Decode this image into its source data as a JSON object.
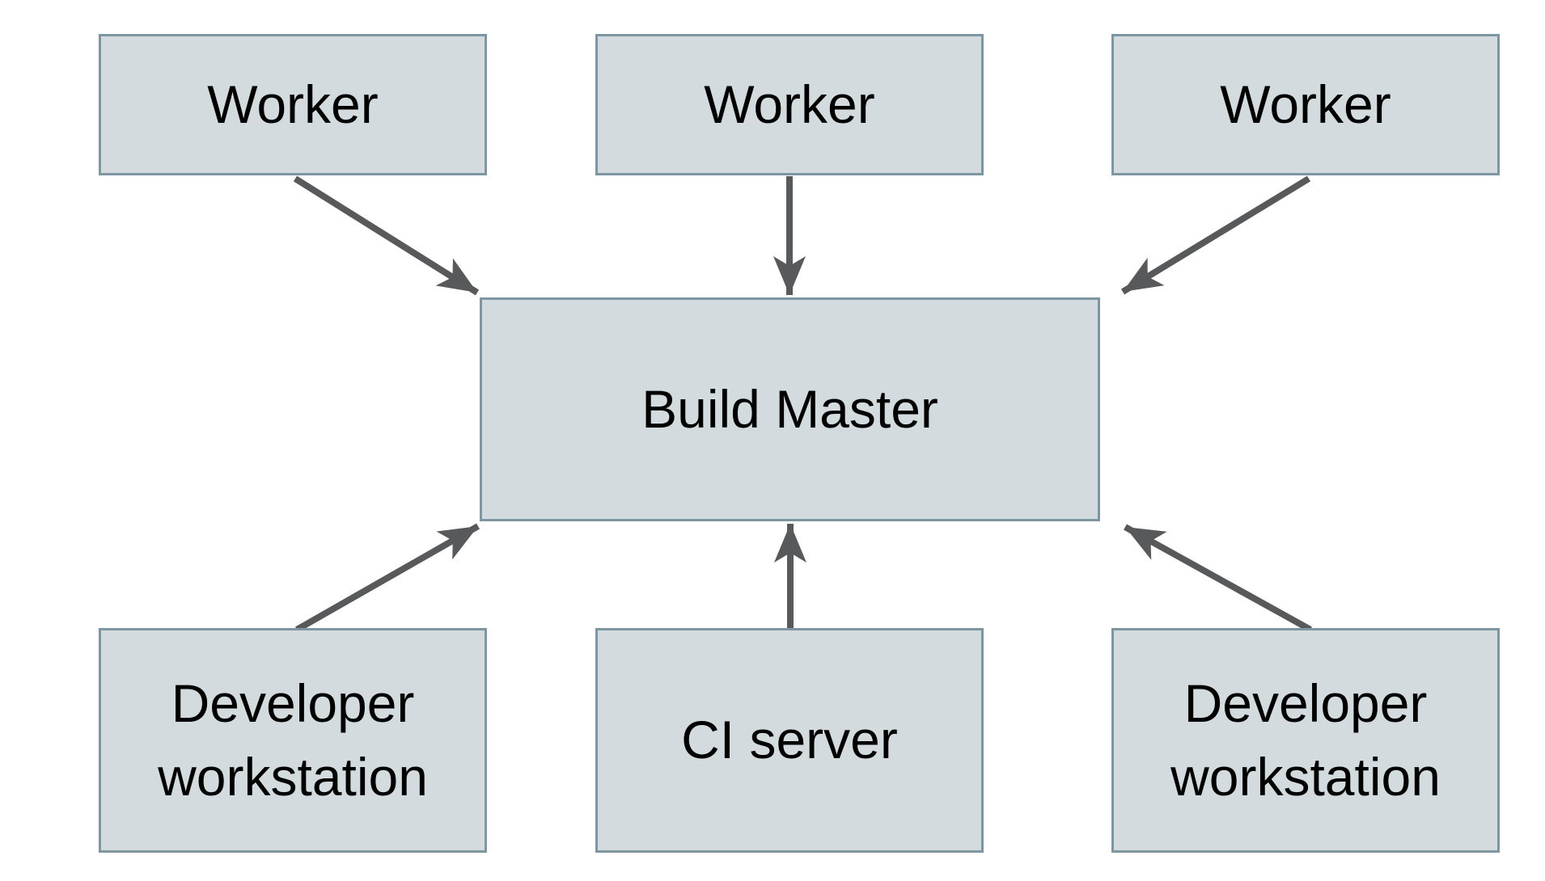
{
  "diagram": {
    "type": "architecture-diagram",
    "nodes": [
      {
        "id": "worker-1",
        "label": "Worker"
      },
      {
        "id": "worker-2",
        "label": "Worker"
      },
      {
        "id": "worker-3",
        "label": "Worker"
      },
      {
        "id": "build-master",
        "label": "Build Master"
      },
      {
        "id": "developer-workstation-1",
        "label": "Developer workstation"
      },
      {
        "id": "ci-server",
        "label": "CI server"
      },
      {
        "id": "developer-workstation-2",
        "label": "Developer workstation"
      }
    ],
    "edges": [
      {
        "from": "worker-1",
        "to": "build-master",
        "direction": "arrow-into-build-master"
      },
      {
        "from": "worker-2",
        "to": "build-master",
        "direction": "arrow-into-build-master"
      },
      {
        "from": "worker-3",
        "to": "build-master",
        "direction": "arrow-into-build-master"
      },
      {
        "from": "developer-workstation-1",
        "to": "build-master",
        "direction": "arrow-into-build-master"
      },
      {
        "from": "ci-server",
        "to": "build-master",
        "direction": "arrow-into-build-master"
      },
      {
        "from": "developer-workstation-2",
        "to": "build-master",
        "direction": "arrow-into-build-master"
      }
    ]
  },
  "colors": {
    "background": "#ffffff",
    "node_fill": "#d3dbde",
    "node_border": "#7e96a1",
    "arrow": "#57595b",
    "text": "#000000"
  }
}
